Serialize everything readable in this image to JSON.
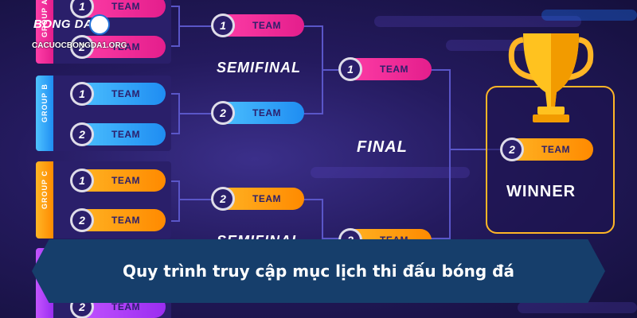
{
  "logo": {
    "title": "BONG DA",
    "site": "CACUOCBONGDA1.ORG"
  },
  "groups": [
    {
      "label": "GROUP A"
    },
    {
      "label": "GROUP B"
    },
    {
      "label": "GROUP C"
    },
    {
      "label": ""
    }
  ],
  "teams": {
    "team": "TEAM",
    "n1": "1",
    "n2": "2"
  },
  "stages": {
    "semifinal": "SEMIFINAL",
    "semifinal_partial": "SEMIFINAL",
    "final": "FINAL",
    "winner": "WINNER"
  },
  "banner": {
    "title": "Quy trình truy cập mục lịch thi đấu bóng đá"
  },
  "colors": {
    "pink": "#e41e8c",
    "blue": "#1f8df2",
    "orange": "#ff8a00",
    "purple": "#9a2df0",
    "gold": "#ffb626",
    "banner": "#163e6b"
  }
}
